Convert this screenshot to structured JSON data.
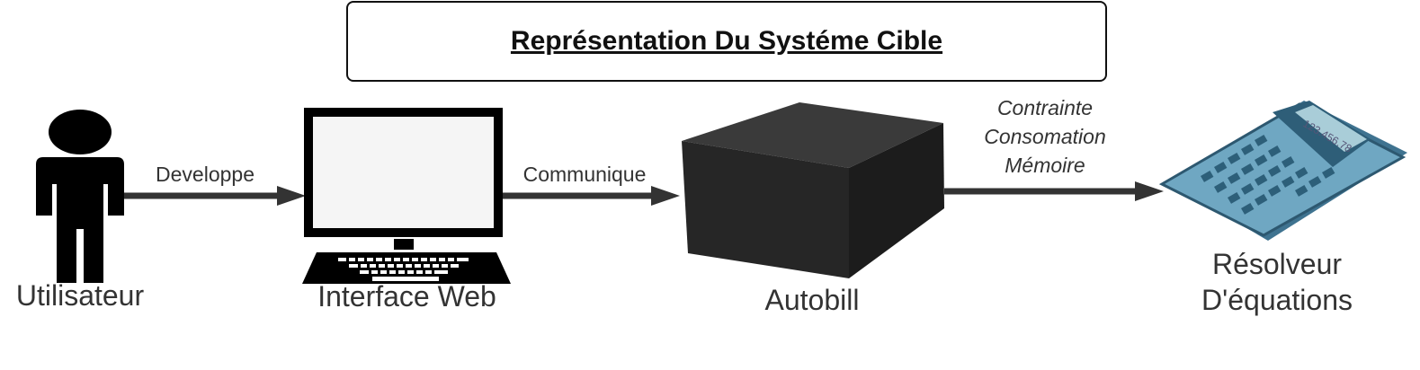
{
  "title": "Représentation Du Systéme Cible",
  "nodes": {
    "user": "Utilisateur",
    "web": "Interface Web",
    "autobill": "Autobill",
    "solver_line1": "Résolveur",
    "solver_line2": "D'équations"
  },
  "edges": {
    "develops": "Developpe",
    "communicates": "Communique",
    "constraint_line1": "Contrainte",
    "constraint_line2": "Consomation",
    "constraint_line3": "Mémoire"
  },
  "calculator_display": "123.456.78",
  "colors": {
    "arrow": "#333333",
    "box": "#2a2a2a",
    "calc": "#5b93ad"
  },
  "icons": [
    "person-icon",
    "computer-icon",
    "black-box-icon",
    "calculator-icon"
  ]
}
